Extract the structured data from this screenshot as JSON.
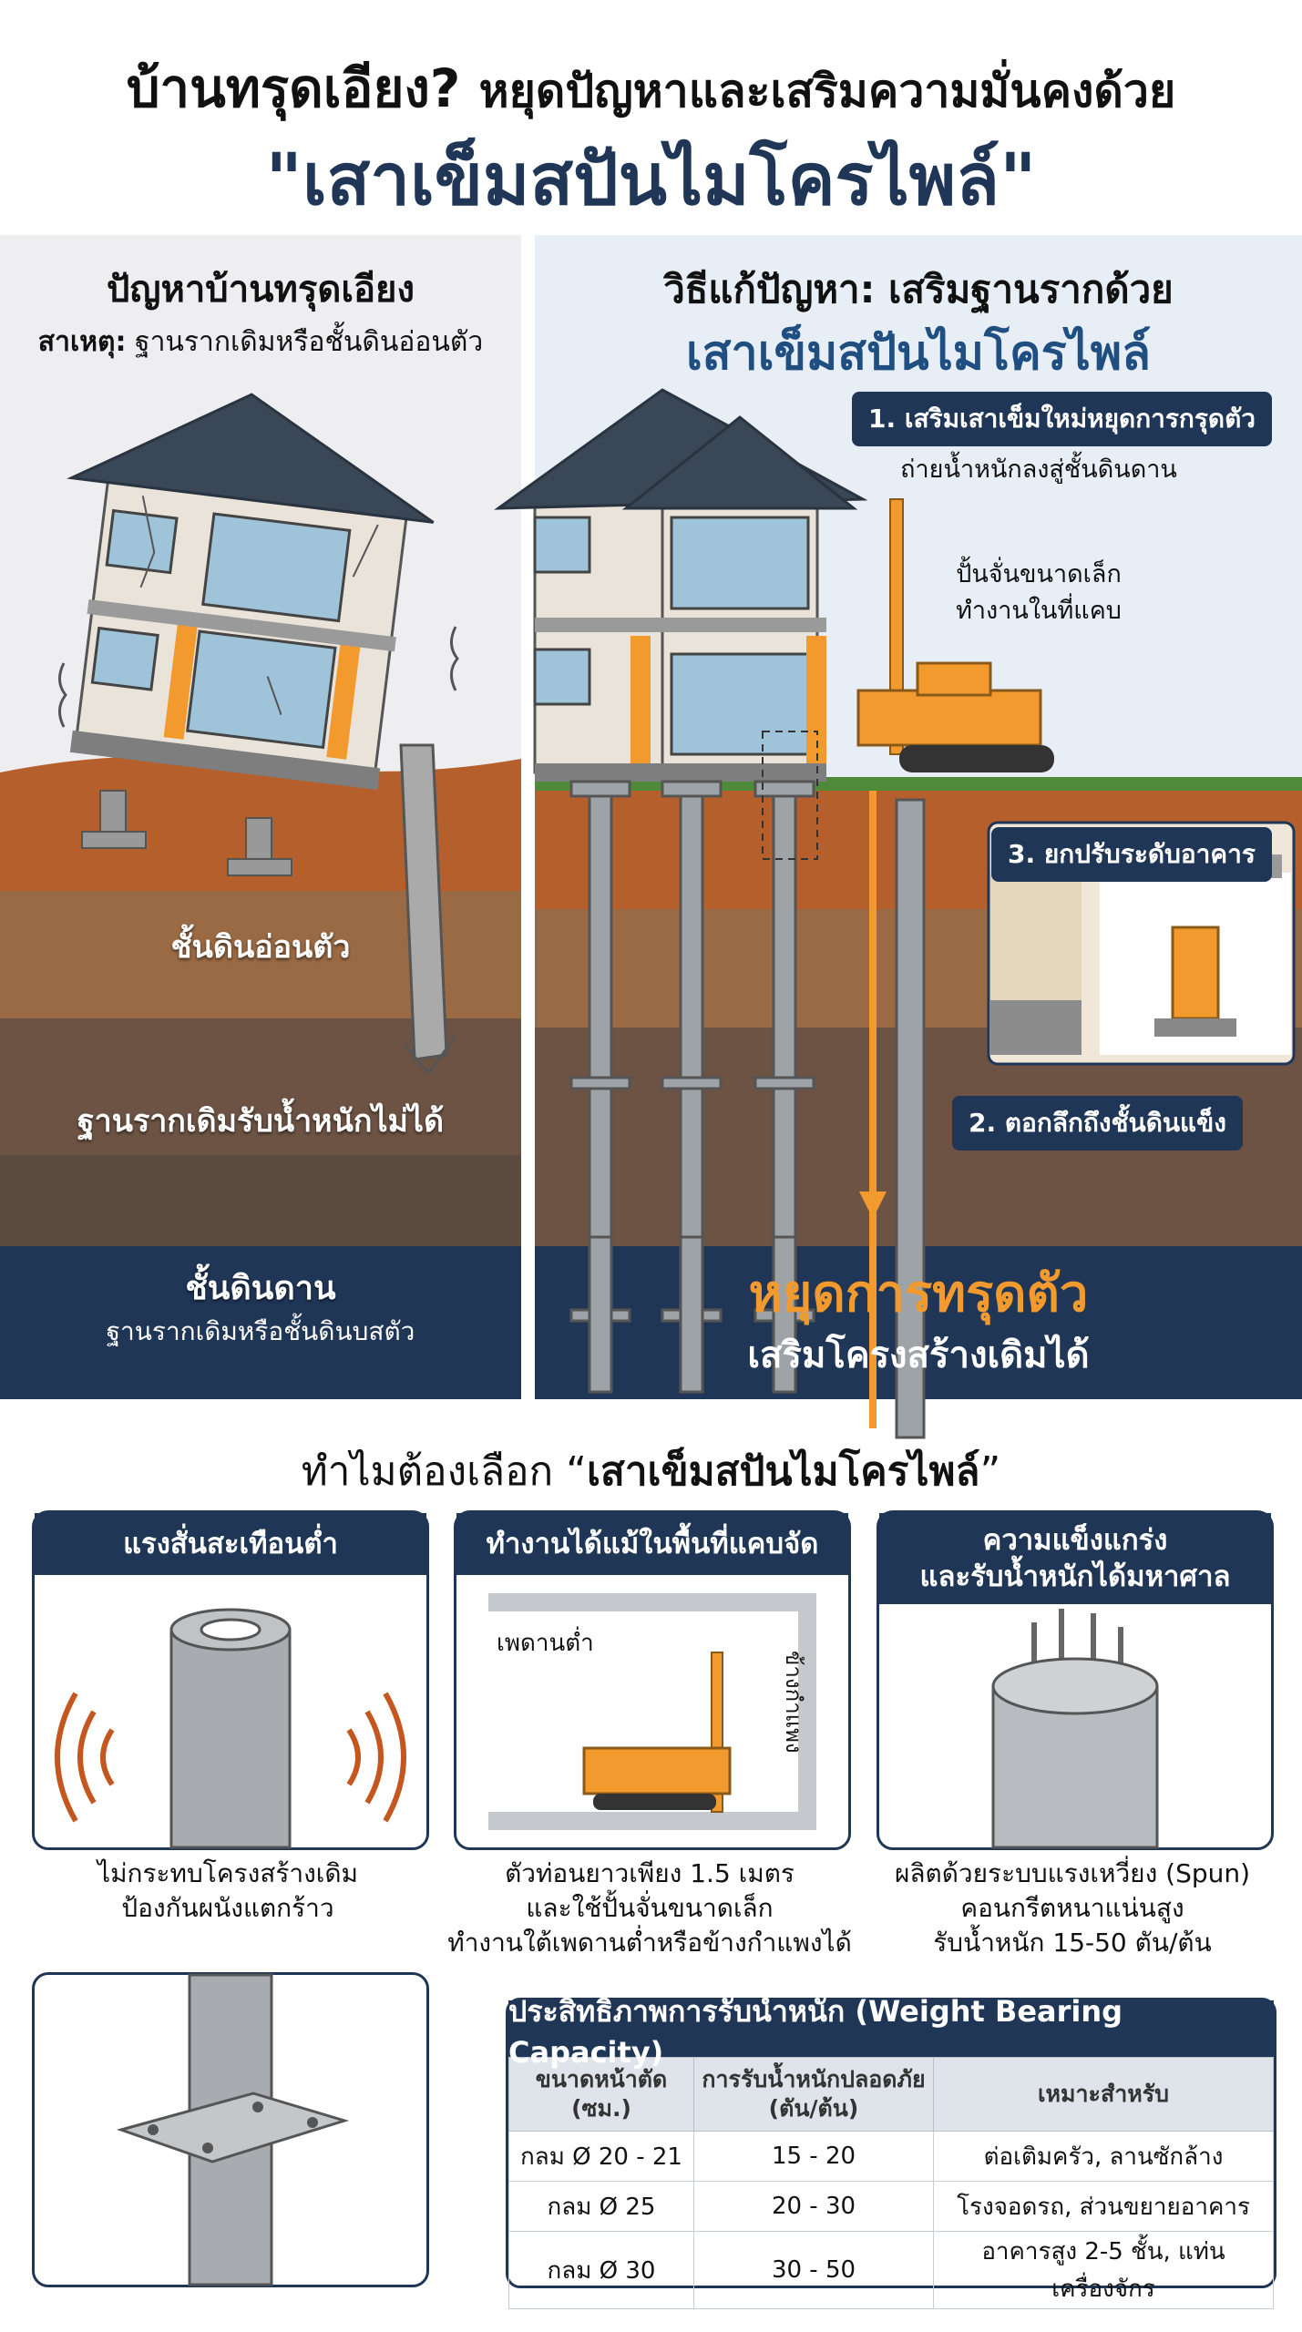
{
  "header": {
    "title_part1": "บ้านทรุดเอียง?",
    "title_part2": "หยุดปัญหาและเสริมความมั่นคงด้วย",
    "title_line2": "\"เสาเข็มสปันไมโครไพล์\""
  },
  "problem_panel": {
    "title": "ปัญหาบ้านทรุดเอียง",
    "cause_label": "สาเหตุ:",
    "cause_text": "ฐานรากเดิมหรือชั้นดินอ่อนตัว",
    "soil_soft": "ชั้นดินอ่อนตัว",
    "foundation_fail": "ฐานรากเดิมรับน้ำหนักไม่ได้",
    "hard_soil": "ชั้นดินดาน",
    "hard_soil_note": "ฐานรากเดิมหรือชั้นดินบสตัว"
  },
  "solution_panel": {
    "title": "วิธีแก้ปัญหา: เสริมฐานรากด้วย",
    "title_line2": "เสาเข็มสปันไมโครไพล์",
    "step1": "1. เสริมเสาเข็มใหม่หยุดการกรุดตัว",
    "step1_note": "ถ่ายน้ำหนักลงสู่ชั้นดินดาน",
    "rig_note_line1": "ปั้นจั่นขนาดเล็ก",
    "rig_note_line2": "ทำงานในที่แคบ",
    "step3": "3. ยกปรับระดับอาคาร",
    "step2": "2. ตอกลึกถึงชั้นดินแข็ง",
    "result_line1": "หยุดการทรุดตัว",
    "result_line2": "เสริมโครงสร้างเดิมได้"
  },
  "why_section": {
    "prefix": "ทำไมต้องเลือก “",
    "highlight": "เสาเข็มสปันไมโครไพล์",
    "suffix": "”"
  },
  "cards": [
    {
      "heading": "แรงสั่นสะเทือนต่ำ",
      "caption_line1": "ไม่กระทบโครงสร้างเดิม",
      "caption_line2": "ป้องกันผนังแตกร้าว"
    },
    {
      "heading": "ทำงานได้แม้ในพื้นที่แคบจัด",
      "ceiling_label": "เพดานต่ำ",
      "wall_label": "ข้างกำแพง",
      "caption_line1": "ตัวท่อนยาวเพียง 1.5 เมตร",
      "caption_line2": "และใช้ปั้นจั่นขนาดเล็ก",
      "caption_line3": "ทำงานใต้เพดานต่ำหรือข้างกำแพงได้"
    },
    {
      "heading_line1": "ความแข็งแกร่ง",
      "heading_line2": "และรับน้ำหนักได้มหาศาล",
      "caption_line1": "ผลิตด้วยระบบแรงเหวี่ยง (Spun)",
      "caption_line2": "คอนกรีตหนาแน่นสูง",
      "caption_line3": "รับน้ำหนัก 15-50 ตัน/ต้น"
    }
  ],
  "capacity_table": {
    "title": "ประสิทธิภาพการรับน้ำหนัก (Weight Bearing Capacity)",
    "headers": [
      "ขนาดหน้าตัด (ซม.)",
      "การรับน้ำหนักปลอดภัย (ตัน/ต้น)",
      "เหมาะสำหรับ"
    ],
    "rows": [
      [
        "กลม Ø 20 - 21",
        "15 - 20",
        "ต่อเติมครัว, ลานซักล้าง"
      ],
      [
        "กลม Ø 25",
        "20 - 30",
        "โรงจอดรถ, ส่วนขยายอาคาร"
      ],
      [
        "กลม Ø 30",
        "30 - 50",
        "อาคารสูง 2-5 ชั้น, แท่นเครื่องจักร"
      ]
    ]
  },
  "colors": {
    "navy": "#1f3657",
    "accent_orange": "#f29a2e",
    "soil_top": "#b5602c",
    "hard_soil": "#1f3657"
  }
}
